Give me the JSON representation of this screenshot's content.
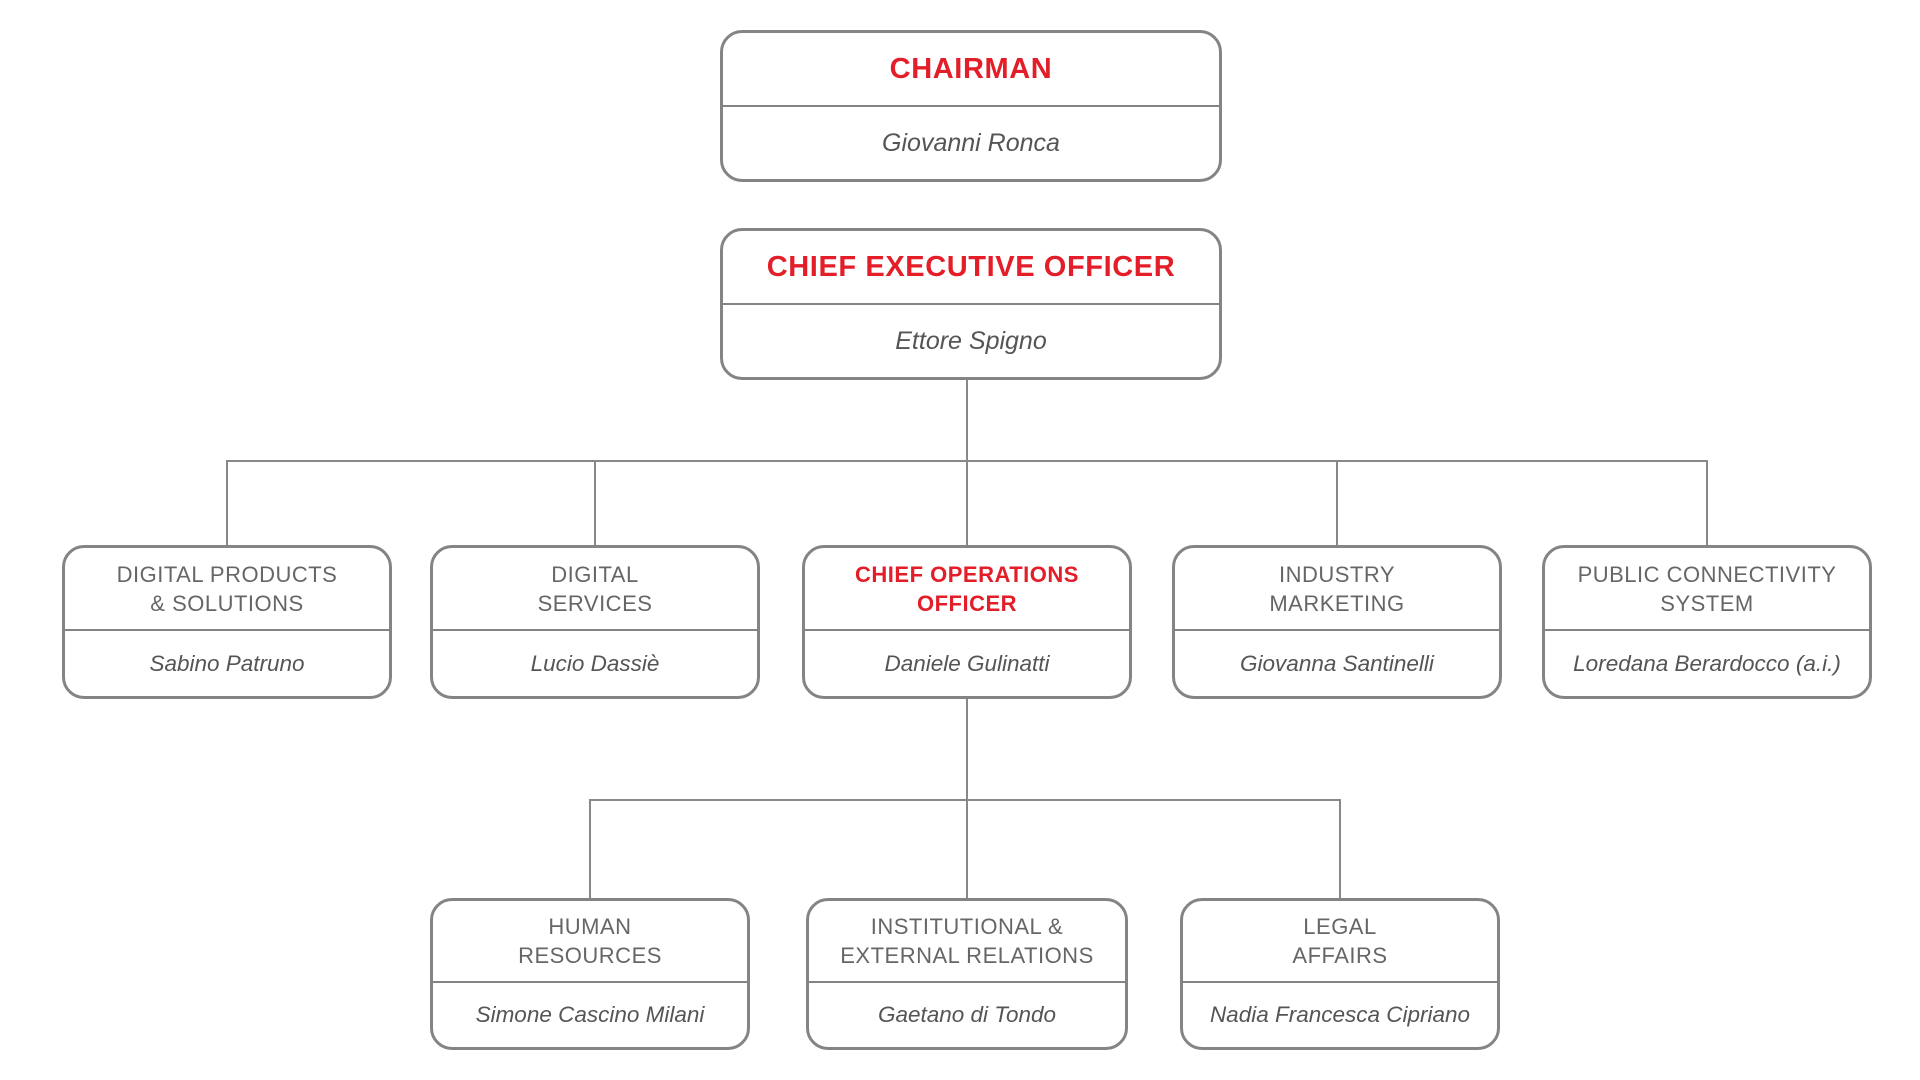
{
  "colors": {
    "accent_red": "#e31e28",
    "connector_gray": "#888888",
    "box_border_gray": "#848484",
    "title_text_gray": "#666666",
    "person_text_gray": "#555555",
    "background": "#ffffff"
  },
  "org": {
    "chairman": {
      "title": "CHAIRMAN",
      "person": "Giovanni Ronca"
    },
    "ceo": {
      "title": "CHIEF EXECUTIVE OFFICER",
      "person": "Ettore Spigno"
    },
    "digital_products": {
      "title_line1": "DIGITAL PRODUCTS",
      "title_line2": "& SOLUTIONS",
      "person": "Sabino Patruno"
    },
    "digital_services": {
      "title_line1": "DIGITAL",
      "title_line2": "SERVICES",
      "person": "Lucio Dassiè"
    },
    "coo": {
      "title_line1": "CHIEF OPERATIONS",
      "title_line2": "OFFICER",
      "person": "Daniele Gulinatti"
    },
    "industry_marketing": {
      "title_line1": "INDUSTRY",
      "title_line2": "MARKETING",
      "person": "Giovanna Santinelli"
    },
    "public_connectivity": {
      "title_line1": "PUBLIC CONNECTIVITY",
      "title_line2": "SYSTEM",
      "person": "Loredana Berardocco (a.i.)"
    },
    "human_resources": {
      "title_line1": "HUMAN",
      "title_line2": "RESOURCES",
      "person": "Simone Cascino Milani"
    },
    "institutional_relations": {
      "title_line1": "INSTITUTIONAL &",
      "title_line2": "EXTERNAL RELATIONS",
      "person": "Gaetano di Tondo"
    },
    "legal_affairs": {
      "title_line1": "LEGAL",
      "title_line2": "AFFAIRS",
      "person": "Nadia Francesca Cipriano"
    }
  },
  "hierarchy": {
    "chairman_reports": [
      "ceo"
    ],
    "ceo_reports": [
      "digital_products",
      "digital_services",
      "coo",
      "industry_marketing",
      "public_connectivity"
    ],
    "coo_reports": [
      "human_resources",
      "institutional_relations",
      "legal_affairs"
    ]
  }
}
